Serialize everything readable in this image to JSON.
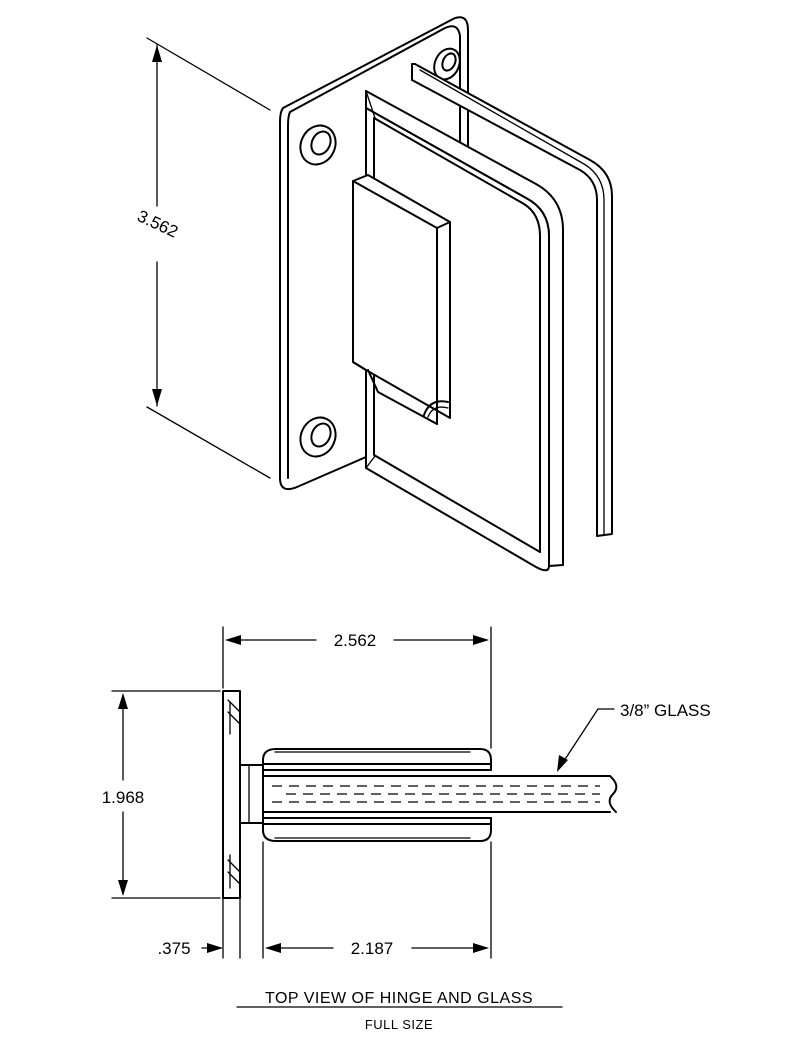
{
  "dimensions": {
    "iso_height": "3.562",
    "top_width": "2.562",
    "height": "1.968",
    "plate_thickness": ".375",
    "clamp_width": "2.187"
  },
  "callouts": {
    "glass": "3/8” GLASS"
  },
  "caption": {
    "title": "TOP VIEW OF HINGE AND GLASS",
    "subtitle": "FULL SIZE"
  }
}
